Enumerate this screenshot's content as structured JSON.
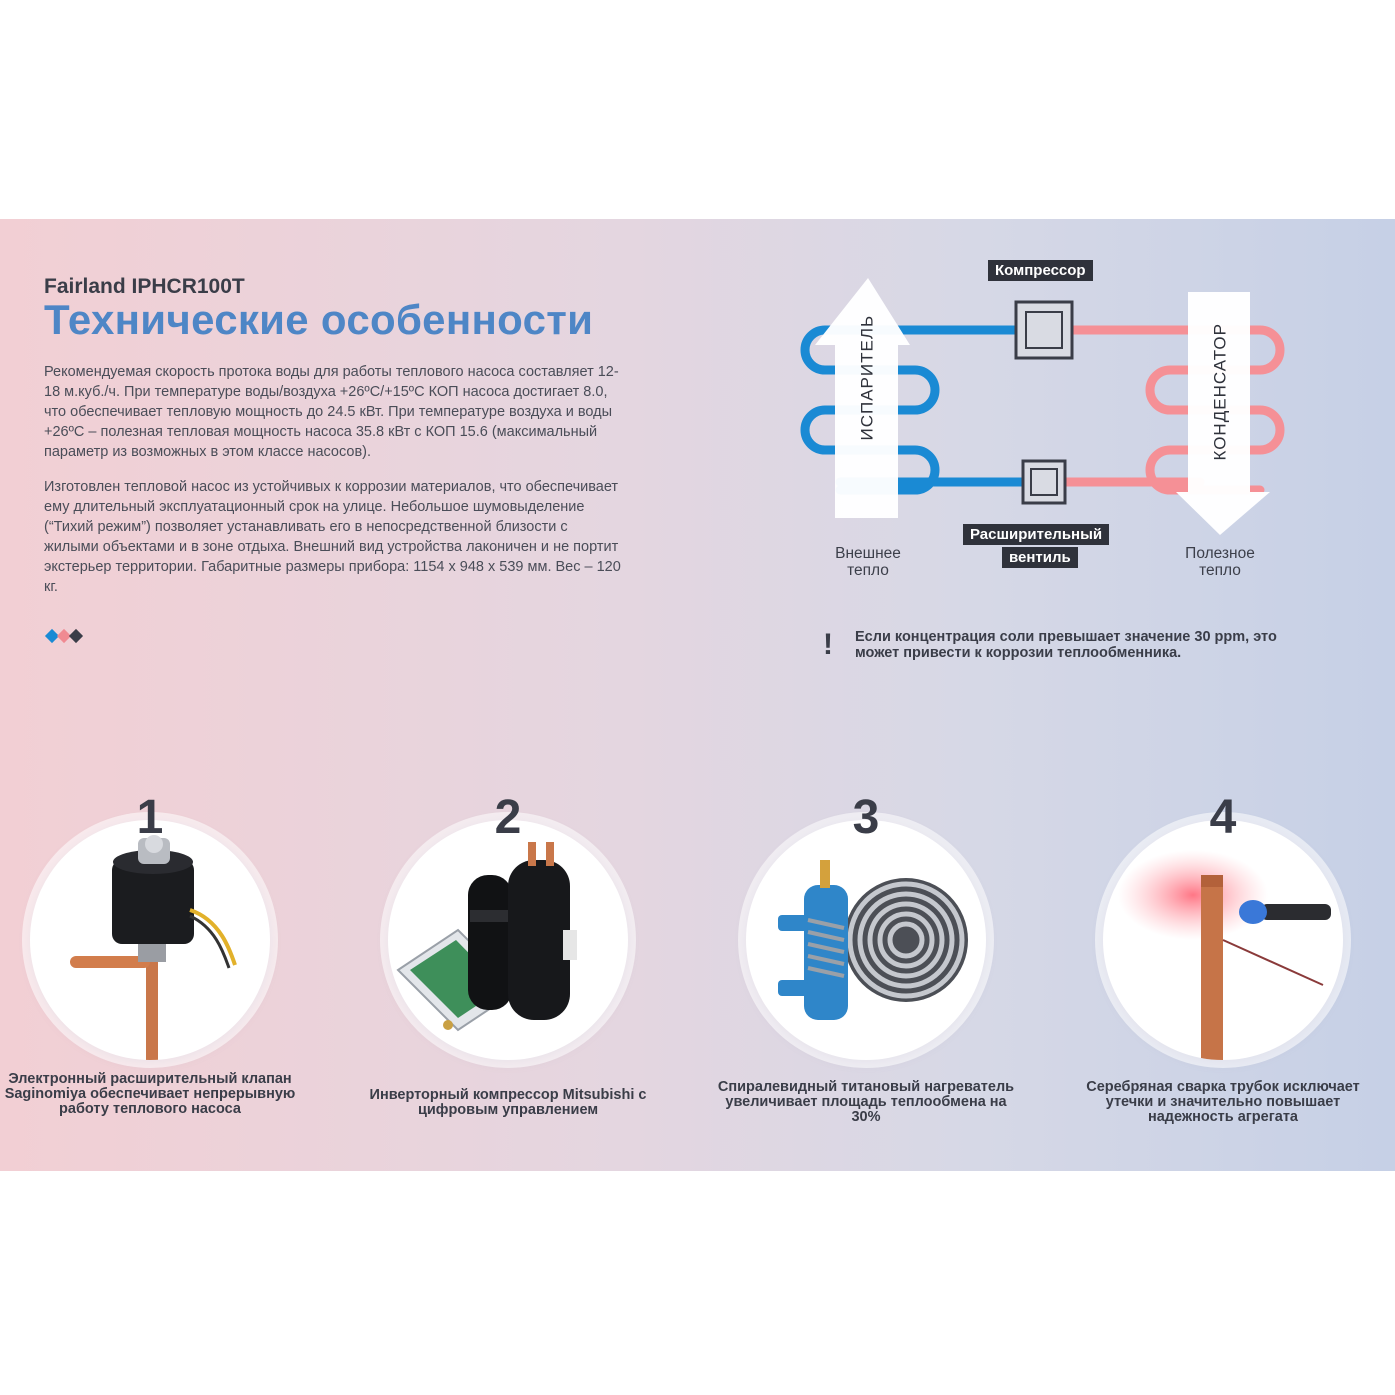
{
  "header": {
    "brand": "Fairland IPHCR100T",
    "title": "Технические особенности"
  },
  "description": {
    "paragraph1": "Рекомендуемая скорость протока воды для работы теплового насоса составляет 12-18 м.куб./ч. При температуре воды/воздуха +26ºC/+15ºC КОП насоса достигает 8.0, что обеспечивает тепловую мощность до 24.5 кВт. При температуре воздуха и воды +26ºC – полезная тепловая мощность насоса 35.8 кВт с КОП 15.6 (максимальный параметр из возможных в этом классе насосов).",
    "paragraph2": "Изготовлен тепловой насос из устойчивых к коррозии материалов, что обеспечивает ему длительный эксплуатационный срок на улице. Небольшое шумовыделение (“Тихий режим”) позволяет устанавливать его в непосредственной близости с жилыми объектами и в зоне отдыха. Внешний вид устройства лаконичен и не портит экстерьер территории. Габаритные размеры прибора: 1154 х 948 х 539 мм. Вес – 120 кг."
  },
  "diagram": {
    "compressor": "Компрессор",
    "evaporator": "ИСПАРИТЕЛЬ",
    "condenser": "КОНДЕНСАТОР",
    "valve_line1": "Расширительный",
    "valve_line2": "вентиль",
    "outer_heat_line1": "Внешнее",
    "outer_heat_line2": "тепло",
    "useful_heat_line1": "Полезное",
    "useful_heat_line2": "тепло",
    "cold_color": "#1a8ad4",
    "hot_color": "#f59096"
  },
  "warning": {
    "mark": "!",
    "text": "Если концентрация соли превышает значение 30 ppm, это может привести к коррозии теплообменника."
  },
  "features": [
    {
      "number": "1",
      "caption": "Электронный расширительный клапан Saginomiya обеспечивает непрерывную работу теплового насоса",
      "icon": "expansion-valve"
    },
    {
      "number": "2",
      "caption": "Инверторный компрессор Mitsubishi с цифровым управлением",
      "icon": "compressor"
    },
    {
      "number": "3",
      "caption": "Спиралевидный титановый нагреватель увеличивает площадь теплообмена на 30%",
      "icon": "titanium-heat-exchanger"
    },
    {
      "number": "4",
      "caption": "Серебряная сварка трубок исключает утечки и значительно повышает надежность агрегата",
      "icon": "silver-welding"
    }
  ],
  "colors": {
    "accent_blue": "#4e86c6",
    "dot_blue": "#1a8ad4",
    "dot_pink": "#f08a92",
    "dot_dark": "#3a3d48"
  }
}
